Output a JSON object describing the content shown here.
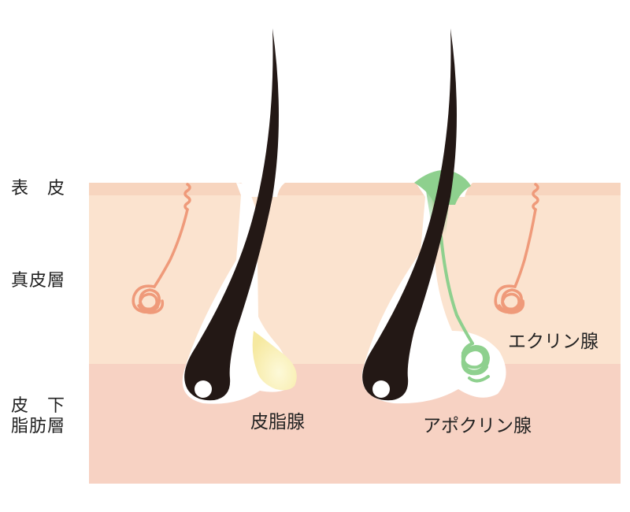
{
  "layers": {
    "epidermis": "表　皮",
    "dermis": "真皮層",
    "subcutaneous_line1": "皮　下",
    "subcutaneous_line2": "脂肪層"
  },
  "glands": {
    "sebaceous": "皮脂腺",
    "apocrine": "アポクリン腺",
    "eccrine": "エクリン腺"
  },
  "colors": {
    "epidermis": "#f7d5bf",
    "dermis": "#fbe3cf",
    "subcutaneous": "#f7d2c3",
    "hair": "#231815",
    "eccrine_gland": "#ef9a7a",
    "apocrine_gland": "#8ed08e",
    "sebaceous_gland": "#fdf6c8"
  }
}
